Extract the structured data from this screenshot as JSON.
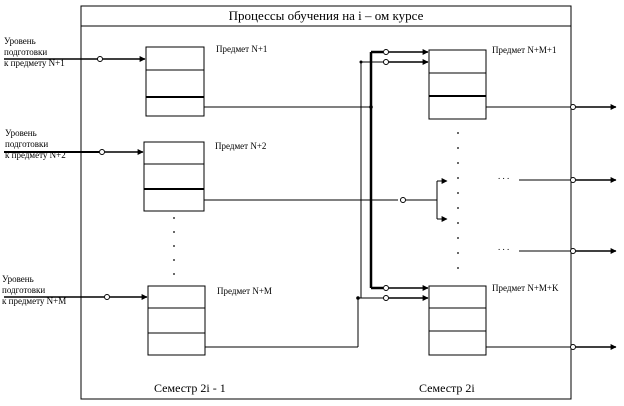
{
  "title": "Процессы обучения на i – ом курсе",
  "inputs": [
    {
      "line1": "Уровень",
      "line2": "подготовки",
      "line3": "к  предмету N+1"
    },
    {
      "line1": "Уровень",
      "line2": "подготовки",
      "line3": "к  предмету N+2"
    },
    {
      "line1": "Уровень",
      "line2": "подготовки",
      "line3": "к  предмету N+M"
    }
  ],
  "left_subjects": [
    "Предмет N+1",
    "Предмет N+2",
    "Предмет N+M"
  ],
  "right_subjects": [
    "Предмет N+M+1",
    "Предмет N+M+K"
  ],
  "ellipsis_dots": ". . .",
  "semesters": {
    "left": "Семестр 2i - 1",
    "right": "Семестр 2i"
  }
}
